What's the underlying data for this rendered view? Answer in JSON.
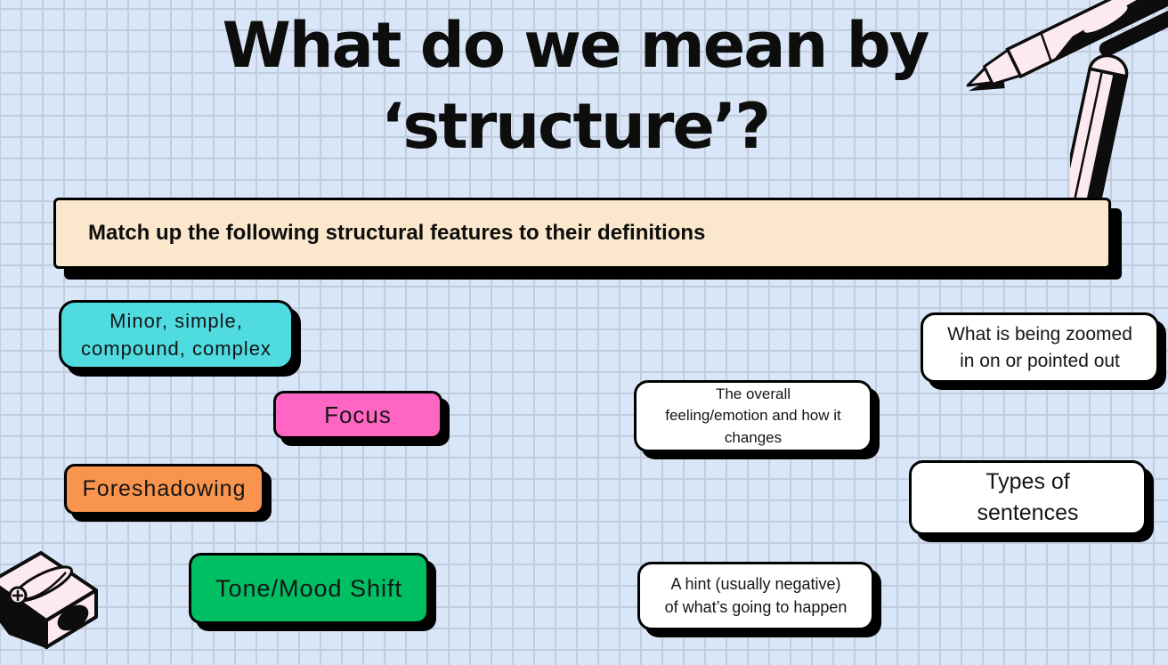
{
  "page": {
    "title": "What do we mean by\n‘structure’?",
    "background_color": "#d9e6f7",
    "grid_line_color": "#c1cddd"
  },
  "instruction": {
    "text": "Match up the following structural features to their definitions",
    "background_color": "#fbe8cc"
  },
  "features": [
    {
      "label": "Minor, simple,\ncompound, complex",
      "color": "#4fdbe0"
    },
    {
      "label": "Focus",
      "color": "#ff66c4"
    },
    {
      "label": "Foreshadowing",
      "color": "#f8944d"
    },
    {
      "label": "Tone/Mood Shift",
      "color": "#00bf63"
    }
  ],
  "definitions": [
    {
      "label": "What is being zoomed\nin on or pointed out",
      "color": "#ffffff"
    },
    {
      "label": "The overall\nfeeling/emotion and how it\nchanges",
      "color": "#ffffff"
    },
    {
      "label": "Types of\nsentences",
      "color": "#ffffff"
    },
    {
      "label": "A hint (usually negative)\nof what’s going to happen",
      "color": "#ffffff"
    }
  ],
  "decorations": {
    "pen": "pen-icon",
    "pencil": "pencil-icon",
    "sharpener": "sharpener-icon",
    "stationery_color": "#fde9f0",
    "outline_color": "#0d0d0d"
  }
}
